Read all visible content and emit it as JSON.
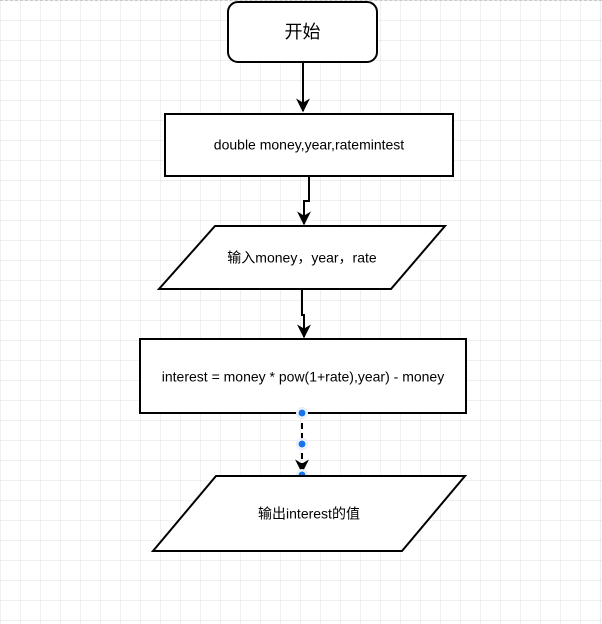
{
  "diagram": {
    "nodes": {
      "start": {
        "label": "开始"
      },
      "declare": {
        "label": "double money,year,ratemintest"
      },
      "input": {
        "label": "输入money，year，rate"
      },
      "compute": {
        "label": "interest = money * pow(1+rate),year) - money"
      },
      "output": {
        "label": "输出interest的值"
      }
    },
    "edges": [
      {
        "from": "start",
        "to": "declare"
      },
      {
        "from": "declare",
        "to": "input"
      },
      {
        "from": "input",
        "to": "compute"
      },
      {
        "from": "compute",
        "to": "output",
        "selected": true
      }
    ],
    "colors": {
      "stroke": "#000000",
      "fill": "#ffffff",
      "selection": "#1a73e8"
    }
  }
}
